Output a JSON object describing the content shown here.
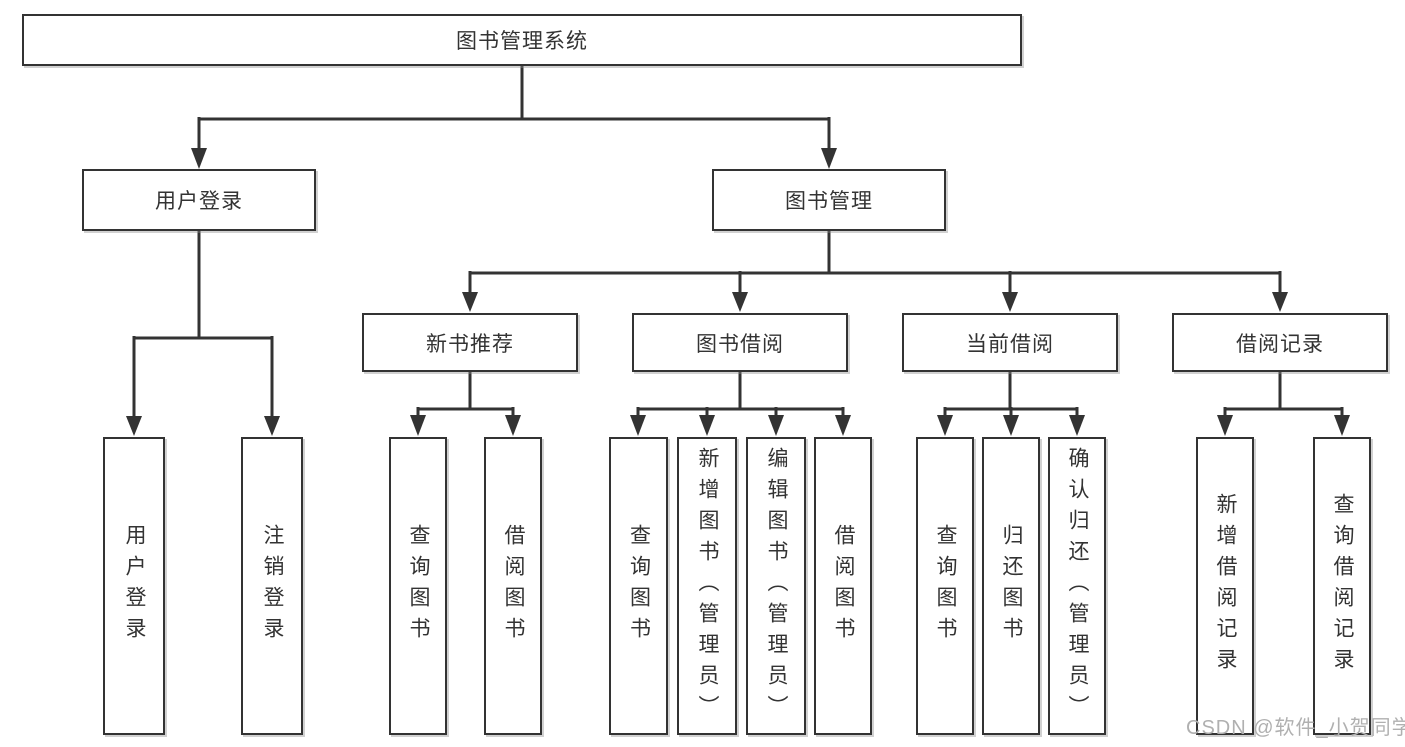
{
  "diagram_title": "图书管理系统",
  "tree": {
    "root": {
      "label": "图书管理系统"
    },
    "branches": [
      {
        "label": "用户登录",
        "leaves": [
          "用户登录",
          "注销登录"
        ]
      },
      {
        "label": "图书管理",
        "groups": [
          {
            "label": "新书推荐",
            "leaves": [
              "查询图书",
              "借阅图书"
            ]
          },
          {
            "label": "图书借阅",
            "leaves": [
              "查询图书",
              "新增图书（管理员）",
              "编辑图书（管理员）",
              "借阅图书"
            ]
          },
          {
            "label": "当前借阅",
            "leaves": [
              "查询图书",
              "归还图书",
              "确认归还（管理员）"
            ]
          },
          {
            "label": "借阅记录",
            "leaves": [
              "新增借阅记录",
              "查询借阅记录"
            ]
          }
        ]
      }
    ]
  },
  "watermark": {
    "text": "CSDN @软件_小贺同学"
  },
  "colors": {
    "line": "#333333",
    "box_border": "#333333",
    "text": "#333333",
    "background": "#ffffff",
    "watermark": "#b0b0b0"
  }
}
